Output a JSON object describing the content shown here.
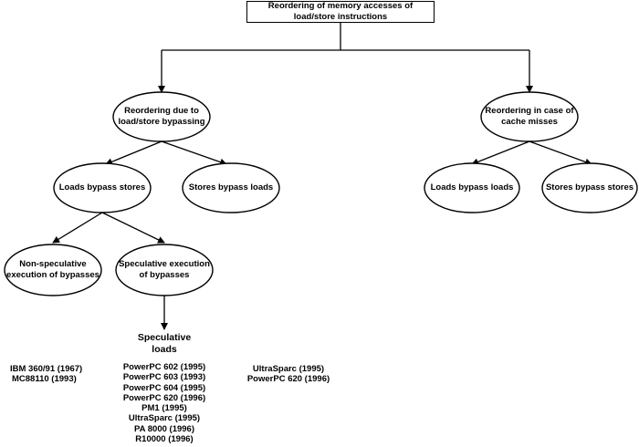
{
  "root": {
    "line1": "Reordering of memory accesses of",
    "line2": "load/store instructions"
  },
  "nodes": {
    "bypassing": {
      "line1": "Reordering due to",
      "line2": "load/store bypassing"
    },
    "cache_misses": {
      "line1": "Reordering in case of",
      "line2": "cache misses"
    },
    "loads_bypass_stores": {
      "line1": "Loads bypass stores"
    },
    "stores_bypass_loads_left": {
      "line1": "Stores bypass loads"
    },
    "loads_bypass_loads": {
      "line1": "Loads bypass loads"
    },
    "stores_bypass_loads_right": {
      "line1": "Stores bypass stores"
    },
    "non_speculative": {
      "line1": "Non-speculative",
      "line2": "execution of bypasses"
    },
    "speculative": {
      "line1": "Speculative execution",
      "line2": "of bypasses"
    },
    "speculative_loads": {
      "line1": "Speculative",
      "line2": "loads"
    }
  },
  "lists": {
    "non_speculative_examples": [
      "IBM 360/91 (1967)",
      "MC88110 (1993)"
    ],
    "speculative_examples": [
      "PowerPC 602 (1995)",
      "PowerPC 603 (1993)",
      "PowerPC 604 (1995)",
      "PowerPC 620 (1996)",
      "PM1 (1995)",
      "UltraSparc (1995)",
      "PA 8000 (1996)",
      "R10000 (1996)"
    ],
    "other_examples": [
      "UltraSparc (1995)",
      "PowerPC 620 (1996)"
    ]
  }
}
